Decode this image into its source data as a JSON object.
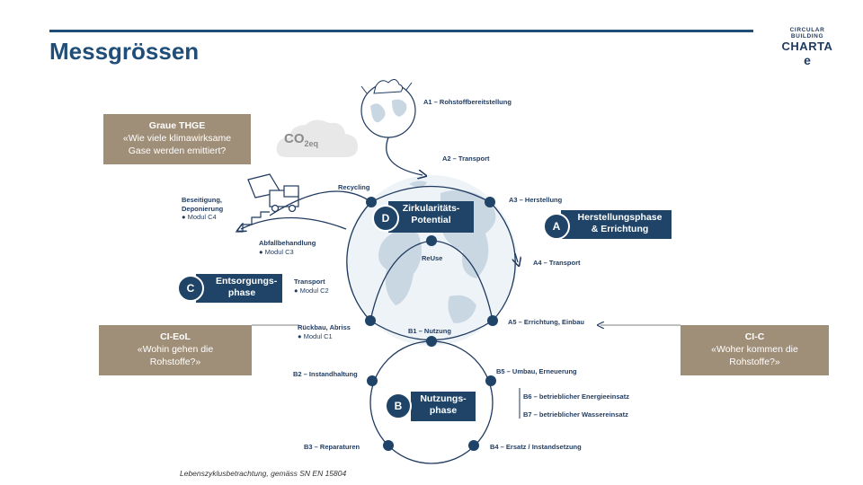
{
  "slide": {
    "title": "Messgrössen",
    "caption": "Lebenszyklusbetrachtung, gemäss SN EN 15804"
  },
  "logo": {
    "line1": "CIRCULAR",
    "line2": "BUILDING",
    "line3": "CHARTA",
    "mark": "e"
  },
  "co2": {
    "main": "CO",
    "sub": "2eq"
  },
  "boxes": {
    "graue_thge": {
      "heading": "Graue THGE",
      "text": "«Wie viele klimawirksame Gase werden emittiert?"
    },
    "ci_eol": {
      "heading": "CI-EoL",
      "text": "«Wohin gehen die Rohstoffe?»"
    },
    "ci_c": {
      "heading": "CI-C",
      "text": "«Woher kommen die Rohstoffe?»"
    }
  },
  "phases": {
    "A": {
      "letter": "A",
      "label": "Herstellungsphase & Errichtung"
    },
    "B": {
      "letter": "B",
      "label": "Nutzungs-phase"
    },
    "C": {
      "letter": "C",
      "label": "Entsorgungs-phase"
    },
    "D": {
      "letter": "D",
      "label": "Zirkularitäts-Potential"
    }
  },
  "stages": {
    "a1": "A1 – Rohstoffbereitstellung",
    "a2": "A2 – Transport",
    "a3": "A3 – Herstellung",
    "a4": "A4 – Transport",
    "a5": "A5 – Errichtung, Einbau",
    "b1": "B1 – Nutzung",
    "b2": "B2 – Instandhaltung",
    "b3": "B3 – Reparaturen",
    "b4": "B4 – Ersatz / Instandsetzung",
    "b5": "B5 – Umbau, Erneuerung",
    "b6": "B6 – betrieblicher Energieeinsatz",
    "b7": "B7 – betrieblicher Wassereinsatz",
    "recycling": "Recycling",
    "reuse": "ReUse",
    "c1": {
      "name": "Rückbau, Abriss",
      "module": "Modul C1"
    },
    "c2": {
      "name": "Transport",
      "module": "Modul C2"
    },
    "c3": {
      "name": "Abfallbehandlung",
      "module": "Modul C3"
    },
    "c4": {
      "name1": "Beseitigung,",
      "name2": "Deponierung",
      "module": "Modul C4"
    }
  },
  "colors": {
    "navy": "#1f4467",
    "brown": "#a08f78",
    "globe": "#c9d7e3",
    "line": "#1f3a5f"
  }
}
